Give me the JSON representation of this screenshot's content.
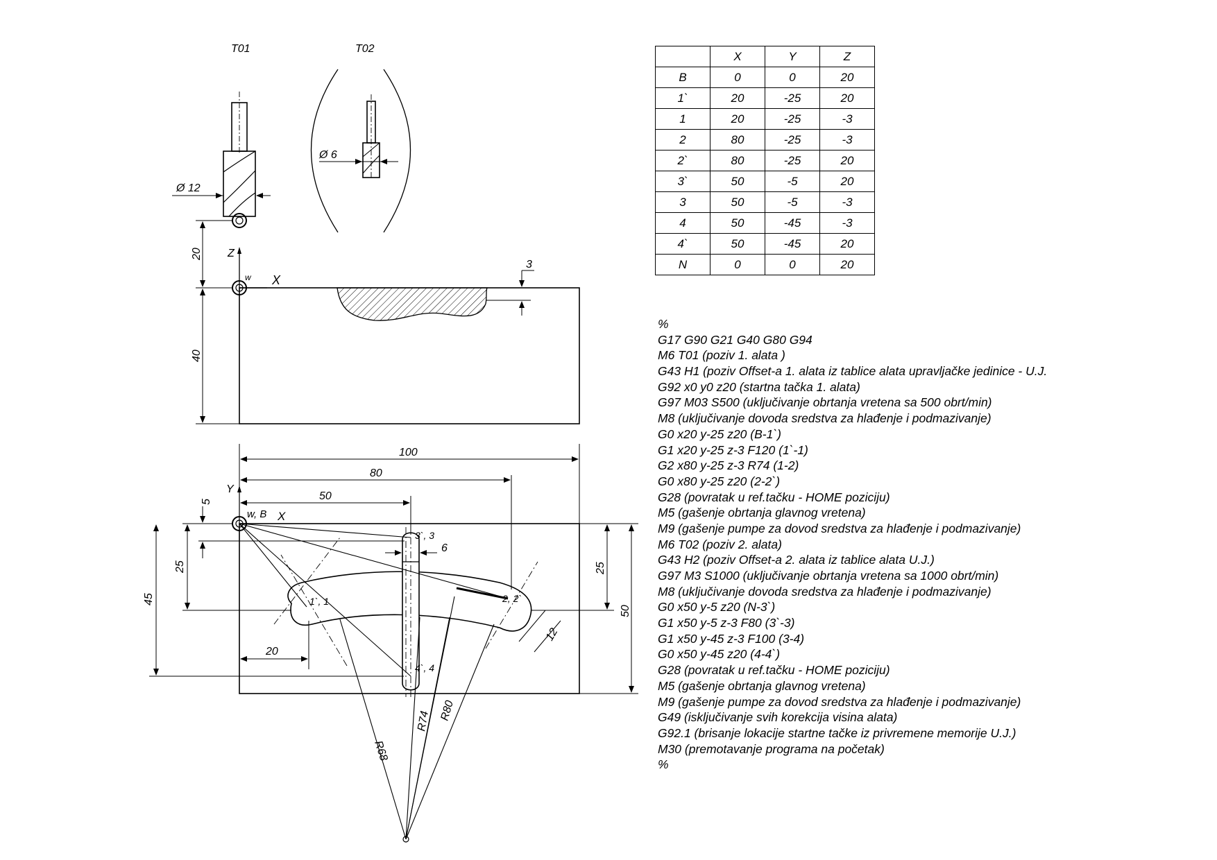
{
  "tools": {
    "t01": {
      "label": "T01",
      "diameter": "Ø 12"
    },
    "t02": {
      "label": "T02",
      "diameter": "Ø 6"
    }
  },
  "side_view": {
    "dim_20": "20",
    "dim_40": "40",
    "dim_3": "3",
    "axis_z": "Z",
    "axis_x": "X",
    "w": "w"
  },
  "top_view": {
    "dim_100": "100",
    "dim_80": "80",
    "dim_50": "50",
    "dim_5": "5",
    "dim_25_left": "25",
    "dim_45": "45",
    "dim_20": "20",
    "dim_6": "6",
    "dim_25_right": "25",
    "dim_50_right": "50",
    "dim_12": "12",
    "axis_y": "Y",
    "axis_x": "X",
    "wb": "w, B",
    "p1": "1`, 1",
    "p2": "2, 2`",
    "p3": "3`, 3",
    "p4": "4`, 4",
    "r68": "R68",
    "r74": "R74",
    "r80": "R80"
  },
  "coord_table": {
    "headers": [
      "",
      "X",
      "Y",
      "Z"
    ],
    "rows": [
      [
        "B",
        "0",
        "0",
        "20"
      ],
      [
        "1`",
        "20",
        "-25",
        "20"
      ],
      [
        "1",
        "20",
        "-25",
        "-3"
      ],
      [
        "2",
        "80",
        "-25",
        "-3"
      ],
      [
        "2`",
        "80",
        "-25",
        "20"
      ],
      [
        "3`",
        "50",
        "-5",
        "20"
      ],
      [
        "3",
        "50",
        "-5",
        "-3"
      ],
      [
        "4",
        "50",
        "-45",
        "-3"
      ],
      [
        "4`",
        "50",
        "-45",
        "20"
      ],
      [
        "N",
        "0",
        "0",
        "20"
      ]
    ]
  },
  "program": [
    "%",
    "G17 G90 G21 G40 G80 G94",
    "M6 T01 (poziv 1. alata )",
    "G43 H1 (poziv Offset-a 1. alata iz tablice alata upravljačke jedinice - U.J.",
    "G92 x0 y0 z20 (startna tačka 1. alata)",
    "G97 M03 S500 (uključivanje obrtanja vretena sa 500 obrt/min)",
    "M8 (uključivanje dovoda sredstva za hlađenje i podmazivanje)",
    "G0 x20 y-25 z20 (B-1`)",
    "G1 x20 y-25 z-3 F120 (1`-1)",
    "G2 x80 y-25 z-3 R74 (1-2)",
    "G0 x80 y-25 z20 (2-2`)",
    "G28 (povratak u ref.tačku - HOME poziciju)",
    "M5 (gašenje obrtanja glavnog vretena)",
    "M9 (gašenje pumpe za dovod sredstva za hlađenje i podmazivanje)",
    "M6 T02 (poziv 2. alata)",
    "G43 H2 (poziv Offset-a 2. alata iz tablice alata U.J.)",
    "G97 M3 S1000 (uključivanje obrtanja vretena sa 1000 obrt/min)",
    "M8 (uključivanje dovoda sredstva za hlađenje i podmazivanje)",
    "G0 x50 y-5 z20 (N-3`)",
    "G1 x50 y-5 z-3 F80 (3`-3)",
    "G1 x50 y-45 z-3 F100 (3-4)",
    "G0 x50 y-45 z20 (4-4`)",
    "G28 (povratak u ref.tačku - HOME poziciju)",
    "M5 (gašenje obrtanja glavnog vretena)",
    "M9 (gašenje pumpe za dovod sredstva za hlađenje i podmazivanje)",
    "G49 (isključivanje svih korekcija visina alata)",
    "G92.1 (brisanje lokacije startne tačke iz privremene memorije U.J.)",
    "M30 (premotavanje programa na početak)",
    "%"
  ]
}
